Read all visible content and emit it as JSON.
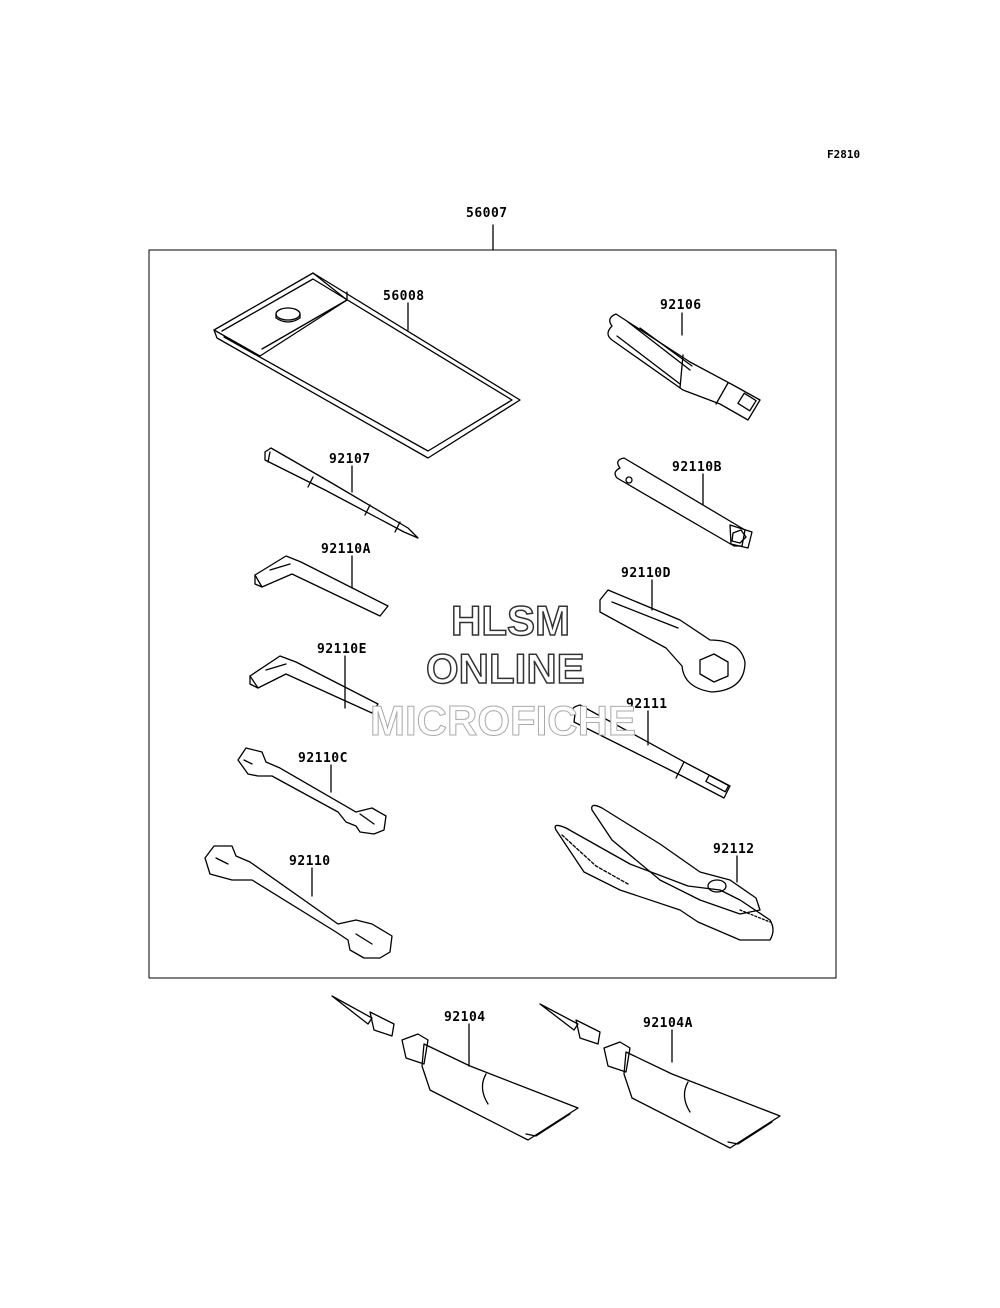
{
  "figure_code": "F2810",
  "parts": {
    "tool_kit": "56007",
    "tool_bag": "56008",
    "screwdriver_handle": "92106",
    "screwdriver_bit": "92107",
    "box_wrench_b": "92110B",
    "hex_key_a": "92110A",
    "ring_wrench_d": "92110D",
    "hex_key_e": "92110E",
    "extension_bar": "92111",
    "wrench_c": "92110C",
    "pliers": "92112",
    "wrench": "92110",
    "grease_tube": "92104",
    "grease_tube_a": "92104A"
  },
  "watermark": {
    "line1": "HLSM",
    "line2": "ONLINE",
    "line3": "MICROFICHE"
  }
}
